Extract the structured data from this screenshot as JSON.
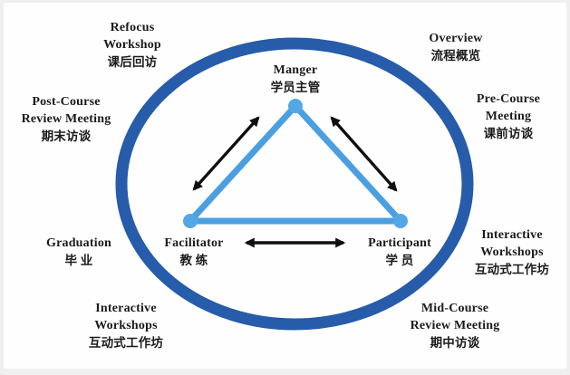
{
  "title": "Coaching process triangle diagram",
  "colors": {
    "ellipse_stroke": "#265CA9",
    "triangle_stroke": "#4B9FE1",
    "node_fill": "#53A7E6",
    "arrow": "#0f0f0f",
    "text": "#1b1b1b",
    "background": "#fefefe"
  },
  "labels": {
    "refocus": [
      "Refocus",
      "Workshop",
      "课后回访"
    ],
    "overview": [
      "Overview",
      "流程概览"
    ],
    "post_course": [
      "Post-Course",
      "Review Meeting",
      "期末访谈"
    ],
    "pre_course": [
      "Pre-Course",
      "Meeting",
      "课前访谈"
    ],
    "graduation": [
      "Graduation",
      "毕 业"
    ],
    "interactive_left": [
      "Interactive",
      "Workshops",
      "互动式工作坊"
    ],
    "interactive_right": [
      "Interactive",
      "Workshops",
      "互动式工作坊"
    ],
    "mid_course": [
      "Mid-Course",
      "Review Meeting",
      "期中访谈"
    ],
    "manager": [
      "Manger",
      "学员主管"
    ],
    "facilitator": [
      "Facilitator",
      "教 练"
    ],
    "participant": [
      "Participant",
      "学 员"
    ]
  }
}
